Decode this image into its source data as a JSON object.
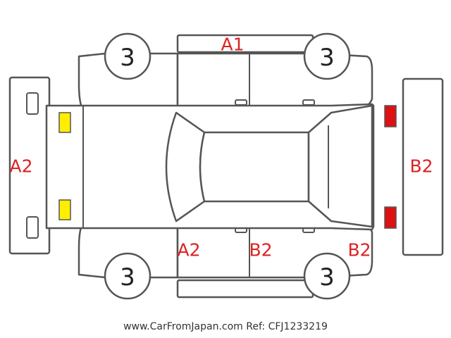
{
  "colors": {
    "outline": "#555555",
    "damage_code": "#dd2222",
    "front_lamp": "#ffee00",
    "rear_lamp": "#dd1111"
  },
  "tires": {
    "front_left": "3",
    "rear_left": "3",
    "front_right": "3",
    "rear_right": "3"
  },
  "damage_codes": {
    "top": "A1",
    "front": "A2",
    "rear": "B2",
    "side_front": "A2",
    "side_middle": "B2",
    "side_rear": "B2"
  },
  "footer": "www.CarFromJapan.com Ref: CFJ1233219"
}
